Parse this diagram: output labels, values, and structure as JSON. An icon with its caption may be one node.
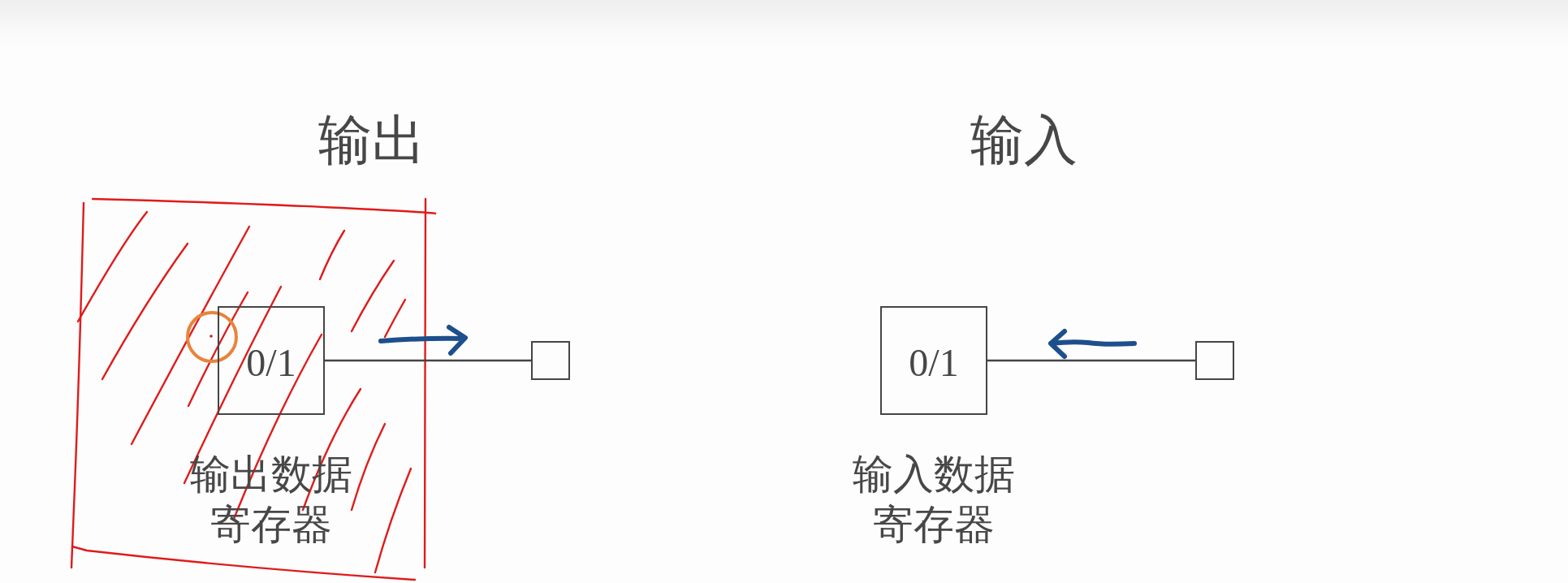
{
  "diagram": {
    "nodes": [
      {
        "text": [
          "0/1"
        ],
        "beside": [
          "输出数据寄存器"
        ]
      },
      {
        "text": [],
        "shape": "box"
      },
      {
        "text": [
          "0/1"
        ],
        "beside": [
          "输入数据寄存器"
        ]
      },
      {
        "text": [],
        "shape": "box"
      }
    ],
    "edges": [
      {
        "from": 0,
        "to": 1,
        "arrow": "none"
      },
      {
        "from": 2,
        "to": 3,
        "arrow": "none"
      }
    ],
    "labels": [
      "输出",
      "输入"
    ]
  }
}
